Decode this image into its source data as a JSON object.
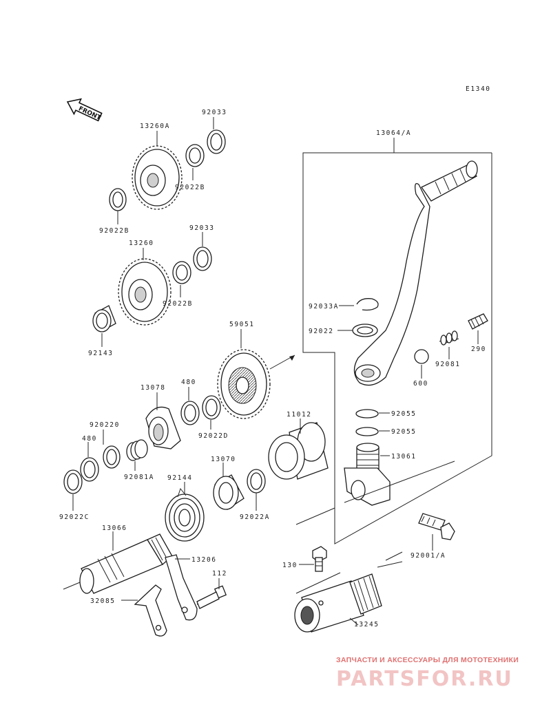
{
  "diagram": {
    "code": "E1340",
    "front_label": "FRONT",
    "labels": {
      "p13260a": "13260A",
      "p92033_top": "92033",
      "p92022b_1": "92022B",
      "p92022b_2": "92022B",
      "p92033_mid": "92033",
      "p13260": "13260",
      "p92022b_3": "92022B",
      "p92143": "92143",
      "p59051": "59051",
      "p13078": "13078",
      "p480_1": "480",
      "p920220": "920220",
      "p92022d": "92022D",
      "p480_2": "480",
      "p92081a": "92081A",
      "p92022c": "92022C",
      "p11012": "11012",
      "p13070": "13070",
      "p92144": "92144",
      "p92022a": "92022A",
      "p13066": "13066",
      "p13206": "13206",
      "p112": "112",
      "p32085": "32085",
      "p13064a": "13064/A",
      "p92033a": "92033A",
      "p92022": "92022",
      "p290": "290",
      "p92081": "92081",
      "p600": "600",
      "p92055_1": "92055",
      "p92055_2": "92055",
      "p13061": "13061",
      "p92001a": "92001/A",
      "p130": "130",
      "p13245": "13245"
    }
  },
  "watermark": {
    "tagline": "ЗАПЧАСТИ И АКСЕССУАРЫ ДЛЯ МОТОТЕХНИКИ",
    "logo": "PARTSFOR.RU"
  }
}
